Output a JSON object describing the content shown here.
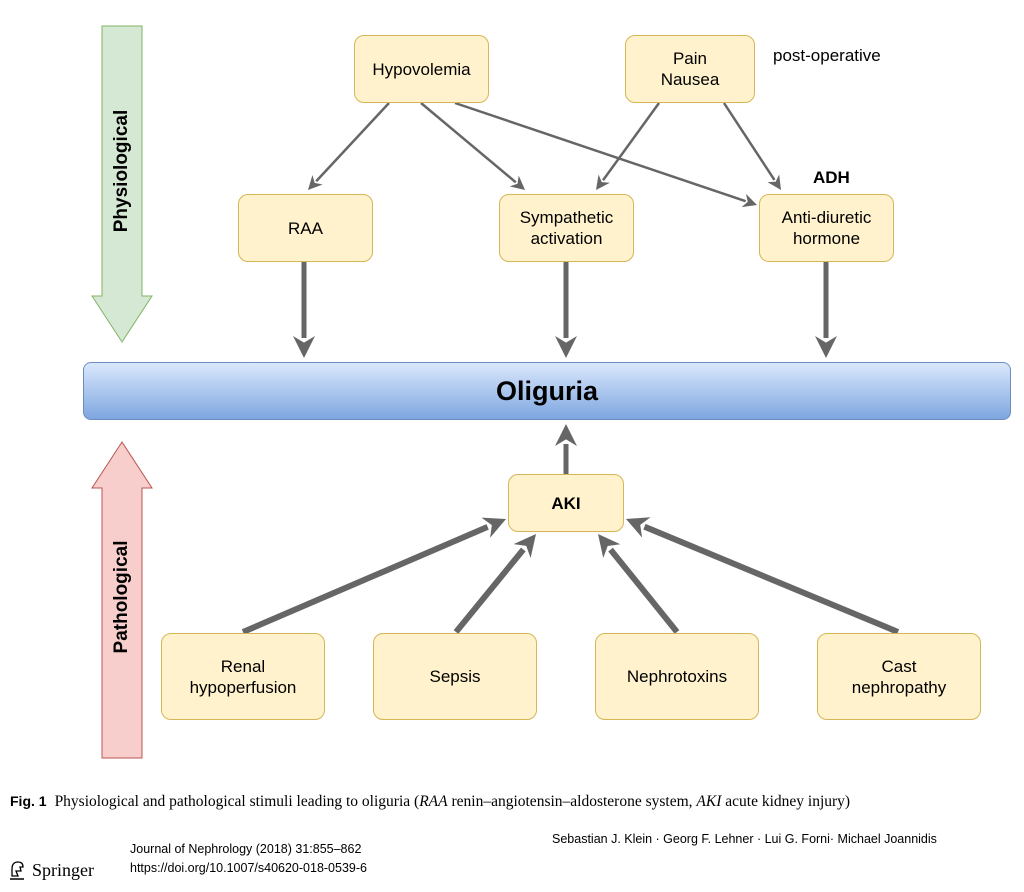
{
  "diagram": {
    "side_labels": {
      "physiological": "Physiological",
      "pathological": "Pathological"
    },
    "nodes": {
      "hypovolemia": "Hypovolemia",
      "pain_nausea": "Pain\nNausea",
      "raa": "RAA",
      "sympathetic": "Sympathetic\nactivation",
      "adh_box": "Anti-diuretic\nhormone",
      "oliguria": "Oliguria",
      "aki": "AKI",
      "renal": "Renal\nhypoperfusion",
      "sepsis": "Sepsis",
      "nephrotoxins": "Nephrotoxins",
      "cast": "Cast\nnephropathy"
    },
    "annotations": {
      "post_operative": "post-operative",
      "adh": "ADH"
    },
    "colors": {
      "node_fill": "#fff2cc",
      "node_border": "#d6b656",
      "arrow": "#666666",
      "physiological_fill": "#d5e8d4",
      "physiological_border": "#82b366",
      "pathological_fill": "#f8cecc",
      "pathological_border": "#b85450",
      "oliguria_top": "#dae8fc",
      "oliguria_bottom": "#7ea6e0"
    },
    "edges": [
      {
        "from": "hypovolemia",
        "to": "raa"
      },
      {
        "from": "hypovolemia",
        "to": "sympathetic"
      },
      {
        "from": "hypovolemia",
        "to": "adh_box"
      },
      {
        "from": "pain_nausea",
        "to": "sympathetic"
      },
      {
        "from": "pain_nausea",
        "to": "adh_box"
      },
      {
        "from": "raa",
        "to": "oliguria"
      },
      {
        "from": "sympathetic",
        "to": "oliguria"
      },
      {
        "from": "adh_box",
        "to": "oliguria"
      },
      {
        "from": "aki",
        "to": "oliguria"
      },
      {
        "from": "renal",
        "to": "aki"
      },
      {
        "from": "sepsis",
        "to": "aki"
      },
      {
        "from": "nephrotoxins",
        "to": "aki"
      },
      {
        "from": "cast",
        "to": "aki"
      }
    ]
  },
  "caption": {
    "fig_number": "Fig. 1",
    "text_before": "Physiological and pathological stimuli leading to oliguria (",
    "abbr1": "RAA",
    "text_mid": " renin–angiotensin–aldosterone system, ",
    "abbr2": "AKI",
    "text_after": " acute kidney injury)"
  },
  "footer": {
    "journal": "Journal of Nephrology (2018) 31:855–862",
    "doi": "https://doi.org/10.1007/s40620-018-0539-6",
    "authors": "Sebastian J. Klein · Georg F. Lehner · Lui G. Forni· Michael Joannidis",
    "publisher": "Springer"
  }
}
